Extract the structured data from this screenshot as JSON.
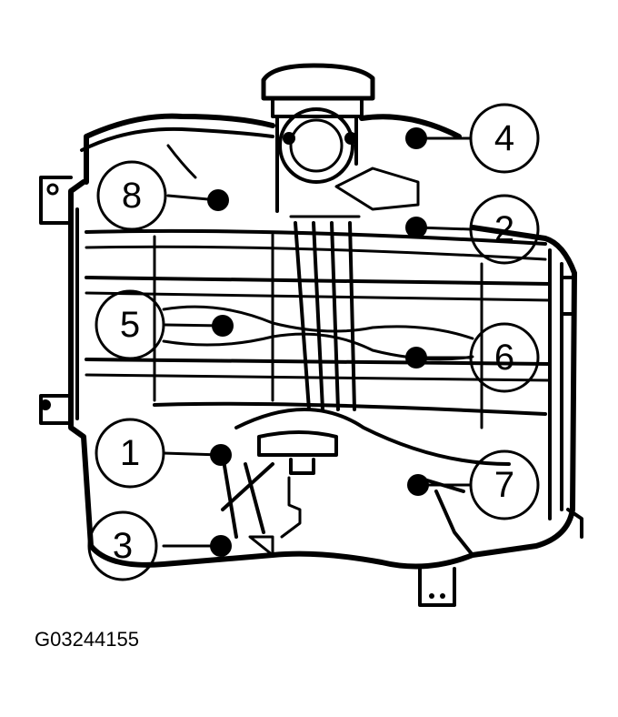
{
  "figure_id": "G03244155",
  "callouts": [
    {
      "label": "4"
    },
    {
      "label": "8"
    },
    {
      "label": "2"
    },
    {
      "label": "5"
    },
    {
      "label": "6"
    },
    {
      "label": "1"
    },
    {
      "label": "7"
    },
    {
      "label": "3"
    }
  ]
}
